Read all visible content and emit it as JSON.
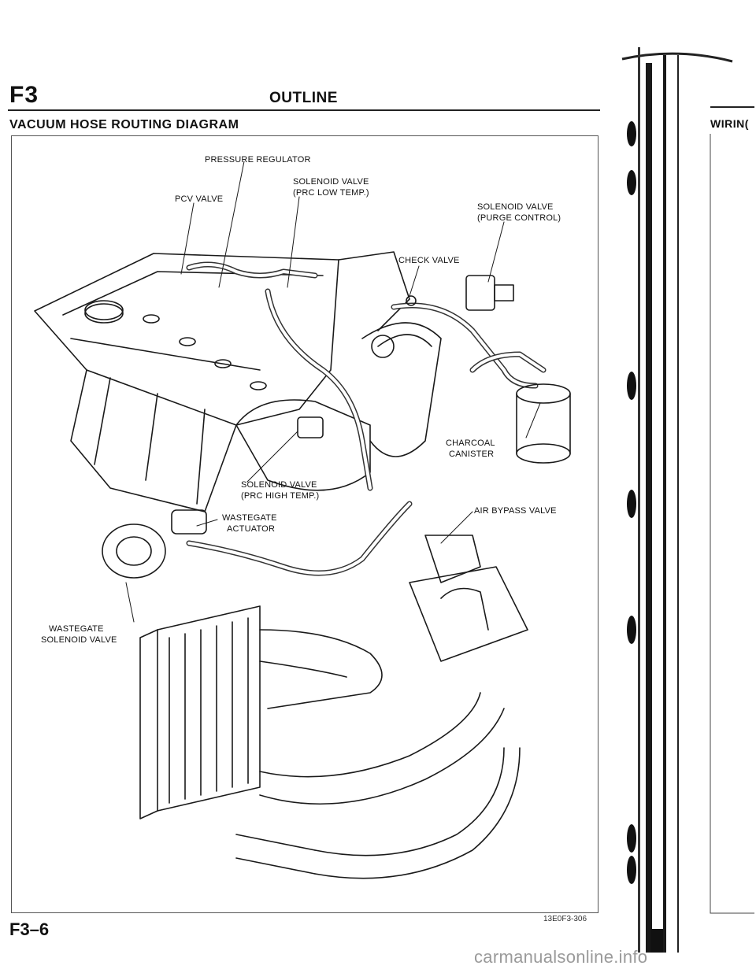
{
  "header": {
    "section_code": "F3",
    "section_title": "OUTLINE",
    "diagram_title": "VACUUM HOSE ROUTING DIAGRAM"
  },
  "labels": {
    "pressure_regulator": "PRESSURE REGULATOR",
    "solenoid_low_1": "SOLENOID VALVE",
    "solenoid_low_2": "(PRC LOW TEMP.)",
    "pcv_valve": "PCV VALVE",
    "solenoid_purge_1": "SOLENOID VALVE",
    "solenoid_purge_2": "(PURGE CONTROL)",
    "check_valve": "CHECK VALVE",
    "charcoal_1": "CHARCOAL",
    "charcoal_2": "CANISTER",
    "solenoid_high_1": "SOLENOID VALVE",
    "solenoid_high_2": "(PRC HIGH TEMP.)",
    "wastegate_act_1": "WASTEGATE",
    "wastegate_act_2": "ACTUATOR",
    "air_bypass": "AIR BYPASS VALVE",
    "wastegate_sol_1": "WASTEGATE",
    "wastegate_sol_2": "SOLENOID VALVE"
  },
  "footer": {
    "page_number": "F3–6",
    "figure_code": "13E0F3-306"
  },
  "adjacent_page": {
    "title": "WIRIN("
  },
  "watermark": "carmanualsonline.info"
}
